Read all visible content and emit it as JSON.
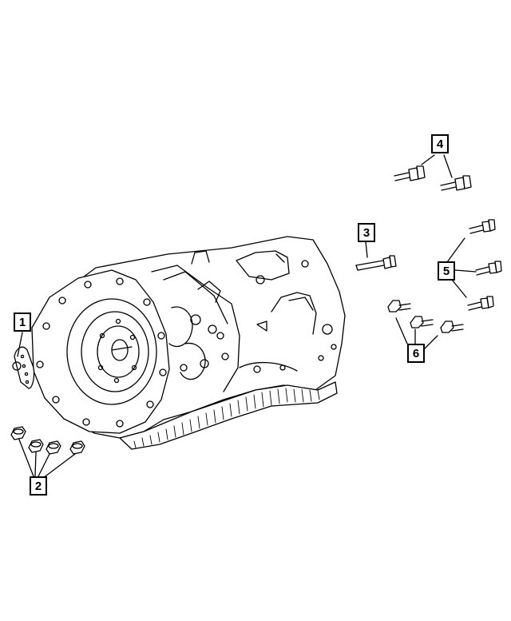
{
  "callouts": [
    {
      "id": "1",
      "label": "1"
    },
    {
      "id": "2",
      "label": "2"
    },
    {
      "id": "3",
      "label": "3"
    },
    {
      "id": "4",
      "label": "4"
    },
    {
      "id": "5",
      "label": "5"
    },
    {
      "id": "6",
      "label": "6"
    }
  ],
  "style": {
    "line_color": "#000000",
    "background": "#ffffff"
  }
}
